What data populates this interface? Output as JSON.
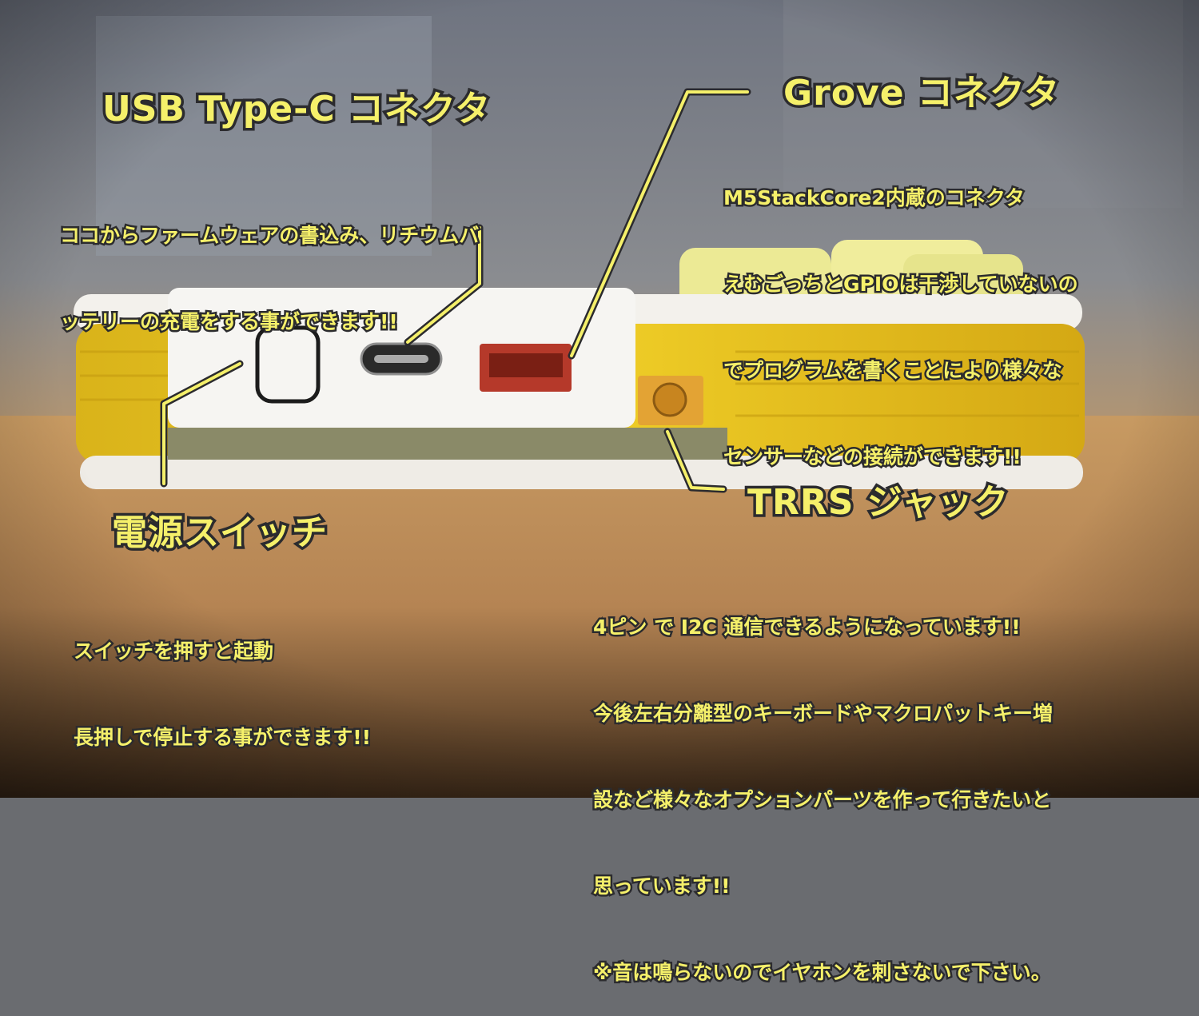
{
  "photo": {
    "subject": "side view of a yellow acrylic macropad with white case showing connectors",
    "colors": {
      "annotation_text": "#f5f06a",
      "annotation_outline": "#2b2b2e",
      "acrylic": "#e6c21a",
      "case": "#f4f2ee",
      "desk": "#c8955a"
    }
  },
  "annotations": {
    "usb": {
      "title": "USB Type-C コネクタ",
      "lines": [
        "ココからファームウェアの書込み、リチウムバ",
        "ッテリーの充電をする事ができます!!"
      ]
    },
    "grove": {
      "title": "Grove コネクタ",
      "lines": [
        "M5StackCore2内蔵のコネクタ",
        "えむごっちとGPIOは干渉していないの",
        "でプログラムを書くことにより様々な",
        "センサーなどの接続ができます!!"
      ]
    },
    "power": {
      "title": "電源スイッチ",
      "lines": [
        "スイッチを押すと起動",
        "長押しで停止する事ができます!!"
      ]
    },
    "trrs": {
      "title": "TRRS ジャック",
      "lines": [
        "4ピン で I2C 通信できるようになっています!!",
        "今後左右分離型のキーボードやマクロパットキー増",
        "設など様々なオプションパーツを作って行きたいと",
        "思っています!!",
        "※音は鳴らないのでイヤホンを刺さないで下さい。"
      ]
    }
  }
}
